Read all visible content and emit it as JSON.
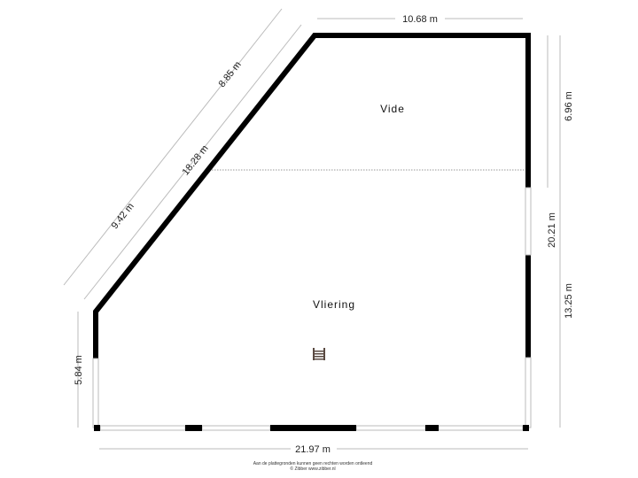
{
  "rooms": {
    "vide": "Vide",
    "vliering": "Vliering"
  },
  "dimensions": {
    "top": "10.68 m",
    "right_upper": "6.96 m",
    "right_total": "20.21 m",
    "right_lower": "13.25 m",
    "left": "5.84 m",
    "bottom": "21.97 m",
    "diag_outer_upper": "8.85 m",
    "diag_outer_lower": "9.42 m",
    "diag_inner": "18.28 m"
  },
  "footer": {
    "disclaimer": "Aan de plattegronden kunnen geen rechten worden ontleend",
    "credit": "© Zibber www.zibber.nl"
  },
  "colors": {
    "wall": "#000000",
    "window": "#cccccc",
    "dimension": "#bbbbbb",
    "stair": "#5a4a42"
  }
}
